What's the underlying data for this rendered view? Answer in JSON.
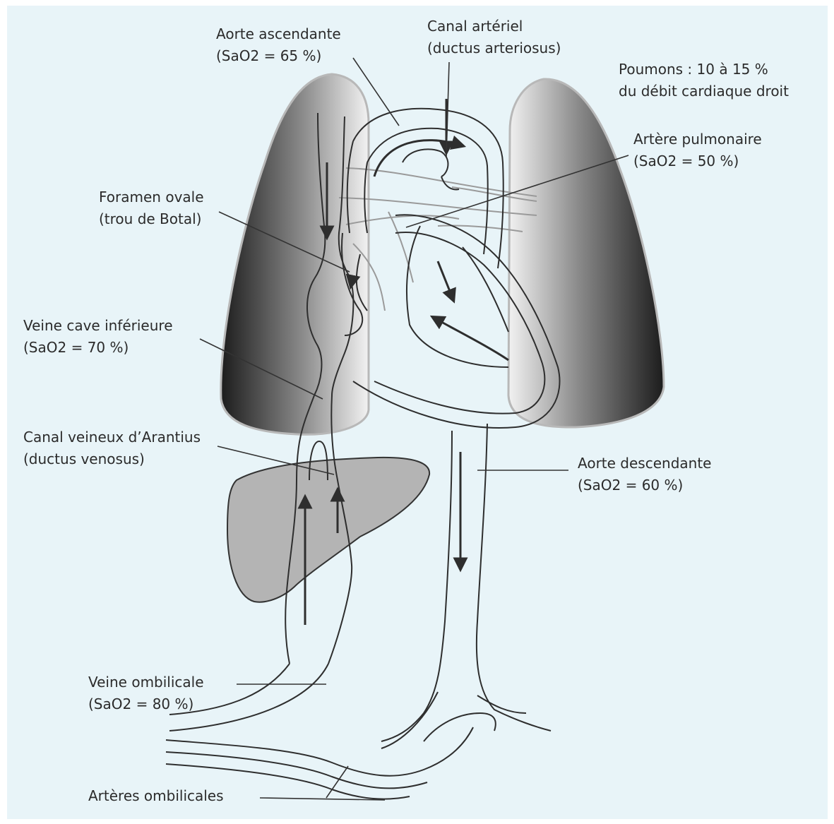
{
  "labels": {
    "aorte_ascendante": {
      "name": "Aorte ascendante",
      "value": "(SaO2 = 65 %)"
    },
    "canal_arteriel": {
      "name": "Canal artériel",
      "value": "(ductus arteriosus)"
    },
    "poumons": {
      "name": "Poumons : 10 à 15 %",
      "value": "du débit cardiaque droit"
    },
    "artere_pulmonaire": {
      "name": "Artère pulmonaire",
      "value": "(SaO2 = 50 %)"
    },
    "foramen_ovale": {
      "name": "Foramen ovale",
      "value": "(trou de Botal)"
    },
    "veine_cave_inferieure": {
      "name": "Veine cave inférieure",
      "value": "(SaO2 = 70 %)"
    },
    "canal_veineux": {
      "name": "Canal veineux d’Arantius",
      "value": "(ductus venosus)"
    },
    "aorte_descendante": {
      "name": "Aorte descendante",
      "value": "(SaO2 = 60 %)"
    },
    "veine_ombilicale": {
      "name": "Veine ombilicale",
      "value": "(SaO2 = 80 %)"
    },
    "arteres_ombilicales": {
      "name": "Artères ombilicales"
    }
  },
  "colors": {
    "background": "#e8f4f8",
    "lung_dark": "#1c1c1c",
    "lung_light": "#f2f2f2",
    "liver": "#b4b4b4",
    "vessel": "#2e2e2e",
    "leader_line": "#333333"
  }
}
